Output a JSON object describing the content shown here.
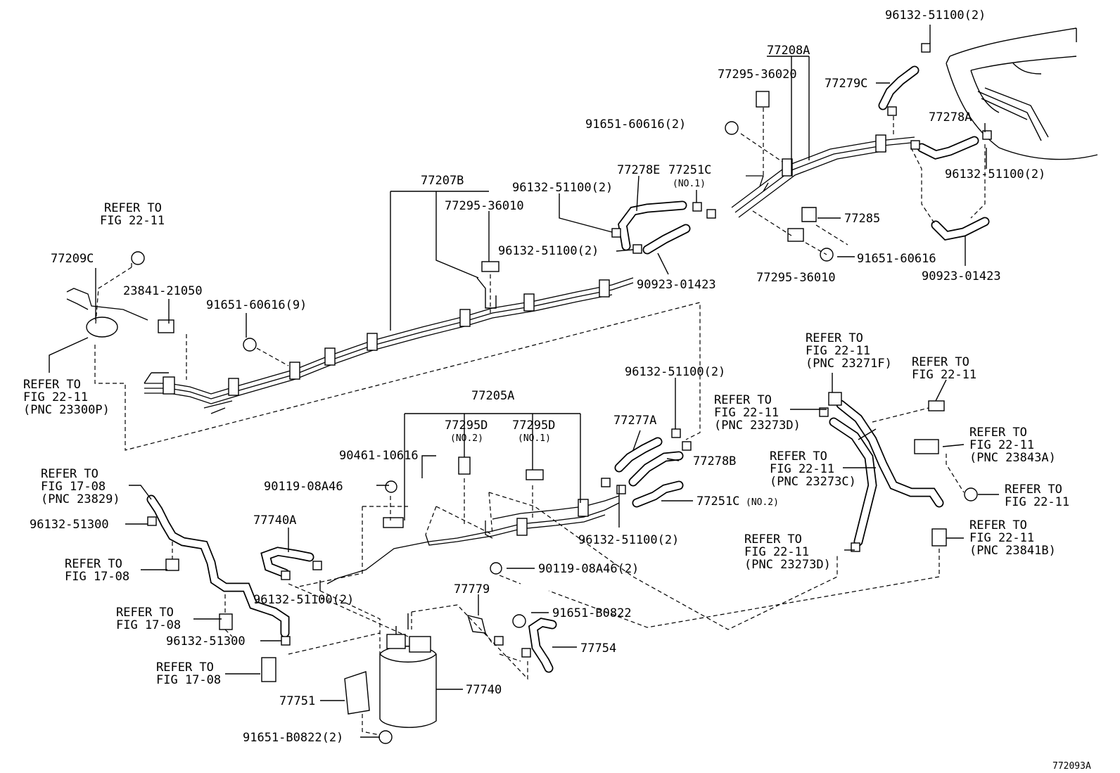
{
  "labels": {
    "l_96132_51100_2_top": "96132-51100(2)",
    "l_77208A": "77208A",
    "l_77295_36020": "77295-36020",
    "l_77279C": "77279C",
    "l_77278A": "77278A",
    "l_91651_60616_2": "91651-60616(2)",
    "l_96132_51100_2_right": "96132-51100(2)",
    "l_77278E": "77278E",
    "l_77251C_1": "77251C",
    "l_no1_top": "(NO.1)",
    "l_77207B": "77207B",
    "l_96132_51100_2_mid": "96132-51100(2)",
    "l_77295_36010_a": "77295-36010",
    "l_77285": "77285",
    "l_96132_51100_2_mid2": "96132-51100(2)",
    "l_91651_60616": "91651-60616",
    "l_90923_01423_a": "90923-01423",
    "l_77295_36010_b": "77295-36010",
    "l_90923_01423_b": "90923-01423",
    "l_refer_2211_a1": "REFER TO",
    "l_refer_2211_a2": "FIG 22-11",
    "l_77209C": "77209C",
    "l_23841_21050": "23841-21050",
    "l_91651_60616_9": "91651-60616(9)",
    "l_refer_23300_1": "REFER TO",
    "l_refer_23300_2": "FIG 22-11",
    "l_refer_23300_3": "(PNC 23300P)",
    "l_refer_23271_1": "REFER TO",
    "l_refer_23271_2": "FIG 22-11",
    "l_refer_23271_3": "(PNC 23271F)",
    "l_refer_2211_b1": "REFER TO",
    "l_refer_2211_b2": "FIG 22-11",
    "l_96132_51100_2_c": "96132-51100(2)",
    "l_77205A": "77205A",
    "l_refer_23273d_1": "REFER TO",
    "l_refer_23273d_2": "FIG 22-11",
    "l_refer_23273d_3": "(PNC 23273D)",
    "l_77277A": "77277A",
    "l_77295D_2": "77295D",
    "l_no2": "(NO.2)",
    "l_77295D_1": "77295D",
    "l_no1": "(NO.1)",
    "l_90461_10616": "90461-10616",
    "l_77278B": "77278B",
    "l_refer_23843_1": "REFER TO",
    "l_refer_23843_2": "FIG 22-11",
    "l_refer_23843_3": "(PNC 23843A)",
    "l_refer_23273c_1": "REFER TO",
    "l_refer_23273c_2": "FIG 22-11",
    "l_refer_23273c_3": "(PNC 23273C)",
    "l_refer_1708_a1": "REFER TO",
    "l_refer_1708_a2": "FIG 17-08",
    "l_refer_1708_a3": "(PNC 23829)",
    "l_90119_08A46": "90119-08A46",
    "l_77251C_2": "77251C",
    "l_no2_b": "(NO.2)",
    "l_refer_2211_c1": "REFER TO",
    "l_refer_2211_c2": "FIG 22-11",
    "l_77740A": "77740A",
    "l_96132_51300_a": "96132-51300",
    "l_96132_51100_2_d": "96132-51100(2)",
    "l_refer_23841b_1": "REFER TO",
    "l_refer_23841b_2": "FIG 22-11",
    "l_refer_23841b_3": "(PNC 23841B)",
    "l_refer_23273d2_1": "REFER TO",
    "l_refer_23273d2_2": "FIG 22-11",
    "l_refer_23273d2_3": "(PNC 23273D)",
    "l_refer_1708_b1": "REFER TO",
    "l_refer_1708_b2": "FIG 17-08",
    "l_90119_08A46_2": "90119-08A46(2)",
    "l_96132_51100_2_e": "96132-51100(2)",
    "l_77779": "77779",
    "l_refer_1708_c1": "REFER TO",
    "l_refer_1708_c2": "FIG 17-08",
    "l_91651_B0822": "91651-B0822",
    "l_96132_51300_b": "96132-51300",
    "l_77754": "77754",
    "l_refer_1708_d1": "REFER TO",
    "l_refer_1708_d2": "FIG 17-08",
    "l_77740": "77740",
    "l_77751": "77751",
    "l_91651_B0822_2": "91651-B0822(2)",
    "l_ref_code": "772093A"
  }
}
